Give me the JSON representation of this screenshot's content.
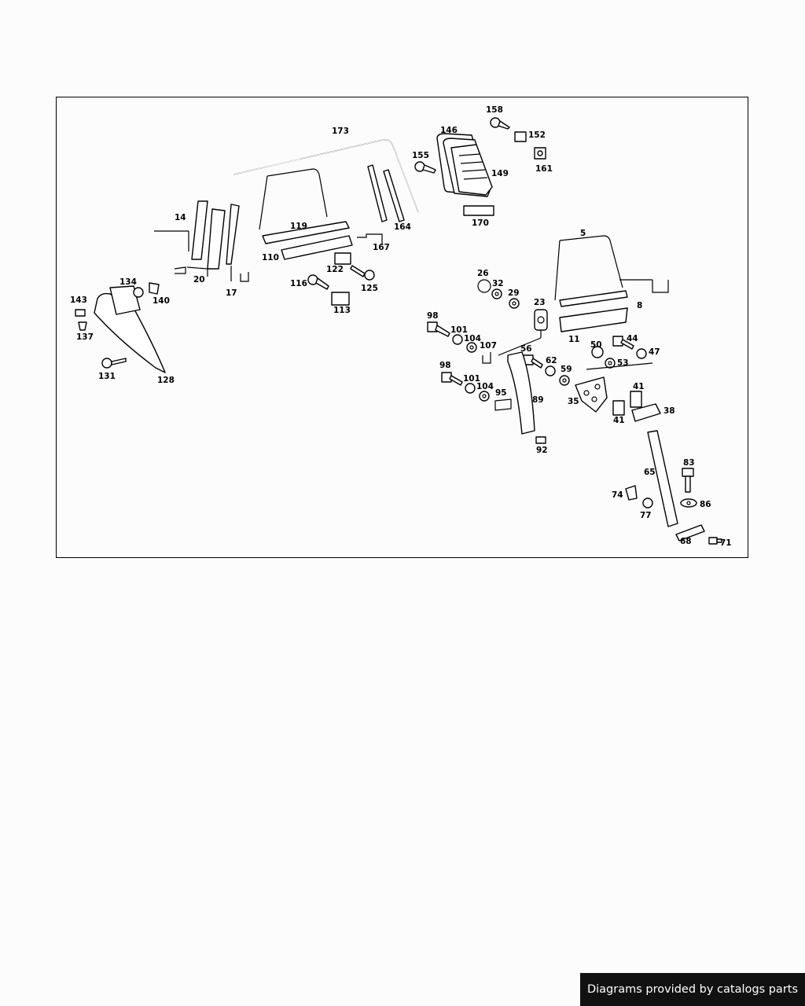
{
  "footer": {
    "text": "Diagrams provided by catalogs parts"
  },
  "labels": {
    "l173": "173",
    "l158": "158",
    "l152": "152",
    "l146": "146",
    "l155": "155",
    "l149": "149",
    "l161": "161",
    "l170": "170",
    "l164": "164",
    "l167": "167",
    "l14": "14",
    "l119": "119",
    "l110": "110",
    "l20": "20",
    "l17": "17",
    "l122": "122",
    "l116": "116",
    "l125": "125",
    "l113": "113",
    "l134": "134",
    "l140": "140",
    "l143": "143",
    "l137": "137",
    "l131": "131",
    "l128": "128",
    "l5": "5",
    "l8": "8",
    "l26": "26",
    "l32": "32",
    "l29": "29",
    "l23": "23",
    "l98a": "98",
    "l101a": "101",
    "l104a": "104",
    "l107": "107",
    "l11": "11",
    "l50": "50",
    "l44": "44",
    "l47": "47",
    "l56": "56",
    "l62": "62",
    "l59": "59",
    "l53": "53",
    "l98b": "98",
    "l101b": "101",
    "l104b": "104",
    "l95": "95",
    "l89": "89",
    "l35": "35",
    "l41a": "41",
    "l41b": "41",
    "l38": "38",
    "l92": "92",
    "l83": "83",
    "l65": "65",
    "l74": "74",
    "l86": "86",
    "l77": "77",
    "l68": "68",
    "l71": "71"
  }
}
